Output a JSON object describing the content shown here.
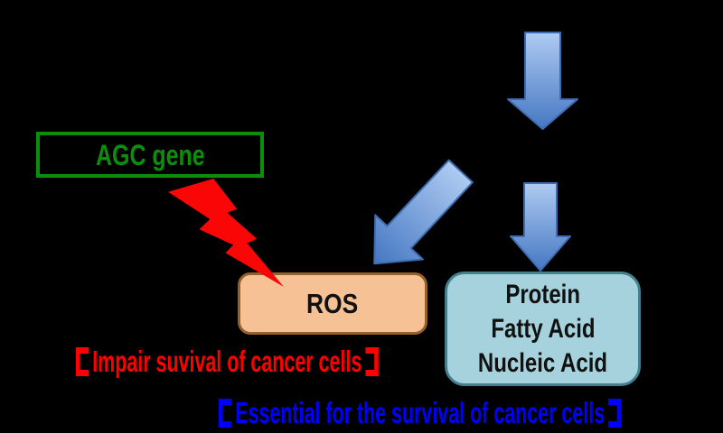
{
  "background_color": "#000000",
  "diagram": {
    "agc_box": {
      "label": "AGC gene",
      "border_color": "#0c8e0c",
      "text_color": "#0c8e0c"
    },
    "lightning": {
      "meaning": "lightning-strike from AGC gene to ROS",
      "fill": "#fb0606",
      "stroke": "#cf0202"
    },
    "ros_box": {
      "label": "ROS",
      "fill": "#f6c295",
      "border_color": "#96602a",
      "text_color": "#111111"
    },
    "macromolecule_box": {
      "lines": [
        "Protein",
        "Fatty Acid",
        "Nucleic Acid"
      ],
      "fill": "#a5d2dc",
      "border_color": "#44808e",
      "text_color": "#111111"
    },
    "arrows": {
      "fill_top": "#aecbf2",
      "fill_bottom": "#4577c2",
      "stroke": "#3e6cb0"
    },
    "caption_impair": {
      "text": "Impair suvival of cancer cells",
      "full_text": "【Impair suvival of cancer cells】",
      "color": "#ff0000"
    },
    "caption_essential": {
      "text": "Essential for the survival of cancer cells",
      "full_text": "【Essential for the survival of cancer cells】",
      "color": "#0000ff"
    }
  }
}
